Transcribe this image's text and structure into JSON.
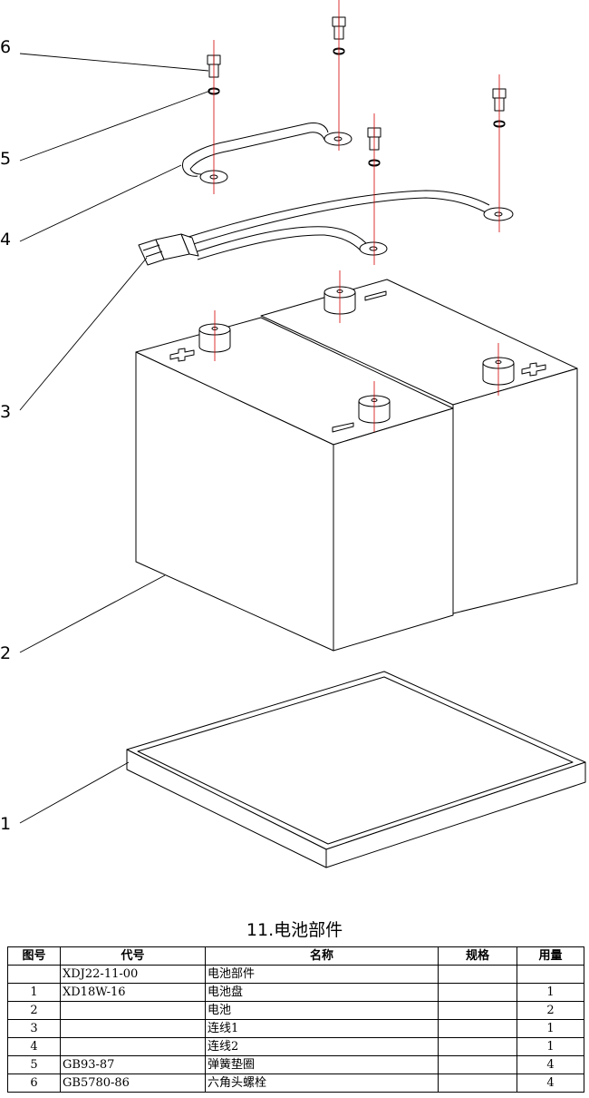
{
  "callouts": [
    "6",
    "5",
    "4",
    "3",
    "2",
    "1"
  ],
  "battery_terminal_marks": {
    "plus": "+",
    "minus": "−"
  },
  "caption": "11.电池部件",
  "table": {
    "headers": [
      "图号",
      "代号",
      "名称",
      "规格",
      "用量"
    ],
    "rows": [
      [
        "",
        "XDJ22-11-00",
        "电池部件",
        "",
        ""
      ],
      [
        "1",
        "XD18W-16",
        "电池盘",
        "",
        "1"
      ],
      [
        "2",
        "",
        "电池",
        "",
        "2"
      ],
      [
        "3",
        "",
        "连线1",
        "",
        "1"
      ],
      [
        "4",
        "",
        "连线2",
        "",
        "1"
      ],
      [
        "5",
        "GB93-87",
        "弹簧垫圈",
        "",
        "4"
      ],
      [
        "6",
        "GB5780-86",
        "六角头螺栓",
        "",
        "4"
      ]
    ]
  }
}
